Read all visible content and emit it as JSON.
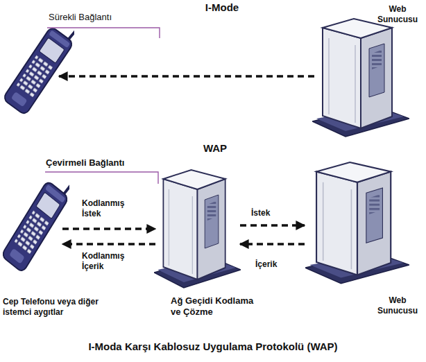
{
  "diagram": {
    "caption": "I-Moda Karşı Kablosuz Uygulama Protokolü (WAP)",
    "nodes": [
      {
        "text": [
          "Web Sunucusu"
        ]
      },
      {
        "text": [
          "Sürekli Bağlantı"
        ]
      },
      {
        "text": [
          "Çevirmeli Bağlantı",
          "Cep Telefonu veya diğer istemci aygıtlar"
        ]
      },
      {
        "text": [
          "Ağ Geçidi Kodlama ve Çözme"
        ]
      },
      {
        "text": [
          "Web Sunucusu"
        ]
      }
    ],
    "edges": [
      {
        "from": 0,
        "to": 1,
        "arrow": "to"
      },
      {
        "from": 2,
        "to": 3,
        "label": "Kodlanmış İstek",
        "arrow": "to"
      },
      {
        "from": 3,
        "to": 2,
        "label": "Kodlanmış İçerik",
        "arrow": "to"
      },
      {
        "from": 3,
        "to": 4,
        "label": "İstek",
        "arrow": "to"
      },
      {
        "from": 4,
        "to": 3,
        "label": "İçerik",
        "arrow": "to"
      }
    ],
    "labels": [
      "I-Mode",
      "WAP"
    ]
  }
}
